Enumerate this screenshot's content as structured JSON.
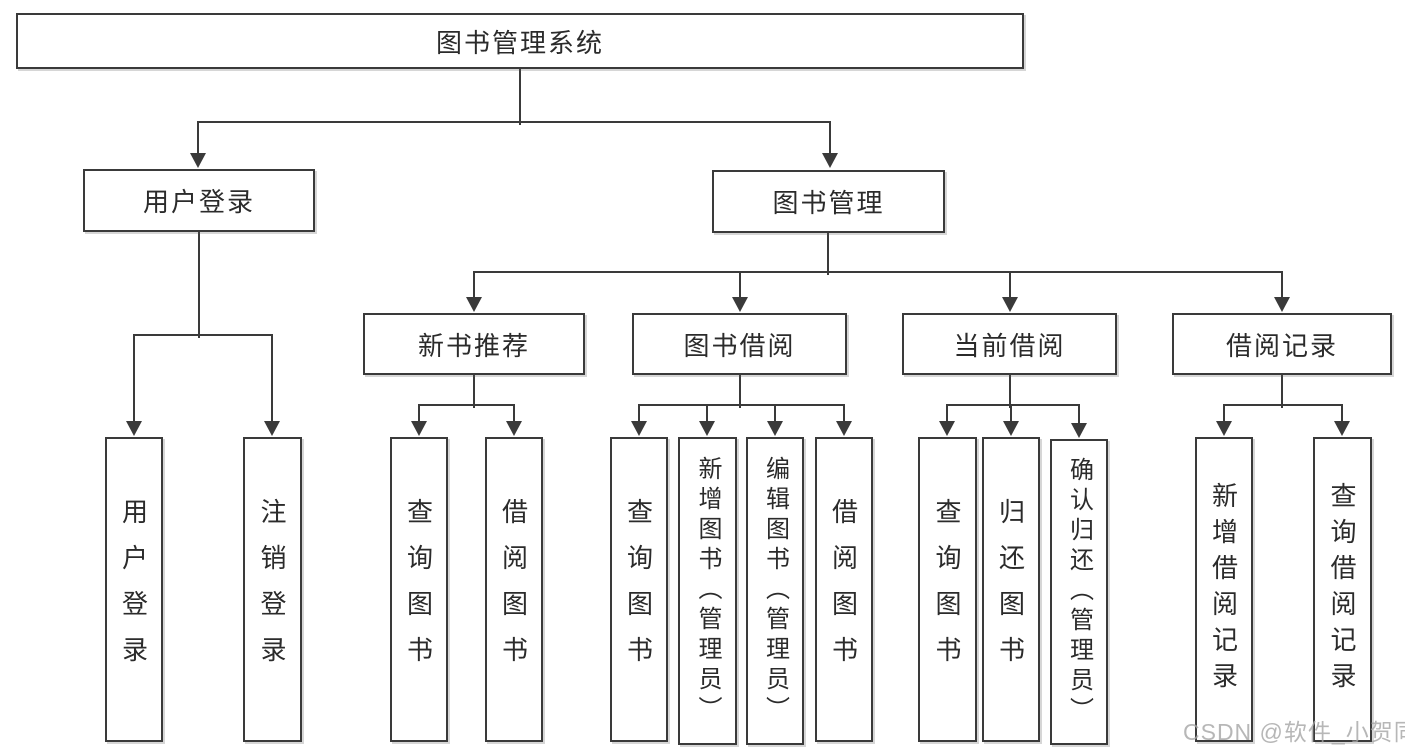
{
  "labels": {
    "root": "图书管理系统",
    "user_login": "用户登录",
    "book_mgmt": "图书管理",
    "new_book_rec": "新书推荐",
    "book_borrow": "图书借阅",
    "current_borrow": "当前借阅",
    "borrow_records": "借阅记录",
    "leaf_user_login": "用户登录",
    "leaf_logout": "注销登录",
    "leaf_nbr_query": "查询图书",
    "leaf_nbr_borrow": "借阅图书",
    "leaf_bb_query": "查询图书",
    "leaf_bb_add": "新增图书（管理员）",
    "leaf_bb_edit": "编辑图书（管理员）",
    "leaf_bb_borrow": "借阅图书",
    "leaf_cb_query": "查询图书",
    "leaf_cb_return": "归还图书",
    "leaf_cb_confirm": "确认归还（管理员）",
    "leaf_br_add": "新增借阅记录",
    "leaf_br_query": "查询借阅记录"
  },
  "structure": {
    "root": [
      "user_login",
      "book_mgmt"
    ],
    "user_login": [
      "leaf_user_login",
      "leaf_logout"
    ],
    "book_mgmt": [
      "new_book_rec",
      "book_borrow",
      "current_borrow",
      "borrow_records"
    ],
    "new_book_rec": [
      "leaf_nbr_query",
      "leaf_nbr_borrow"
    ],
    "book_borrow": [
      "leaf_bb_query",
      "leaf_bb_add",
      "leaf_bb_edit",
      "leaf_bb_borrow"
    ],
    "current_borrow": [
      "leaf_cb_query",
      "leaf_cb_return",
      "leaf_cb_confirm"
    ],
    "borrow_records": [
      "leaf_br_add",
      "leaf_br_query"
    ]
  },
  "watermark": "CSDN @软件_小贺同学",
  "colors": {
    "line": "#3a3a3a",
    "text": "#2b2b2b",
    "background": "#ffffff",
    "watermark": "#a5a5a5"
  }
}
